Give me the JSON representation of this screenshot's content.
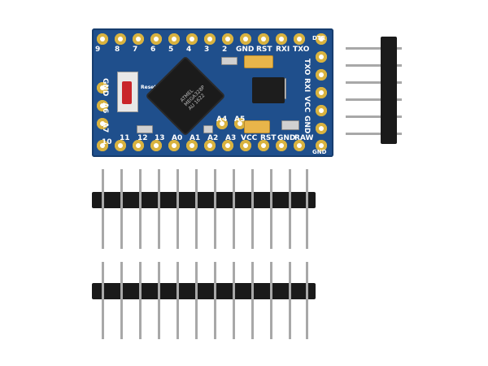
{
  "board": {
    "top_labels": [
      "9",
      "8",
      "7",
      "6",
      "5",
      "4",
      "3",
      "2",
      "GND",
      "RST",
      "RXI",
      "TXO"
    ],
    "dtr": "DTR",
    "left_labels": [
      "GND",
      "A6",
      "A7"
    ],
    "bottom_labels": [
      "10",
      "11",
      "12",
      "13",
      "A0",
      "A1",
      "A2",
      "A3",
      "VCC",
      "RST",
      "GND",
      "RAW"
    ],
    "mid_labels": [
      "A4",
      "A5"
    ],
    "right_labels": [
      "TXO",
      "RXI",
      "VCC",
      "GND"
    ],
    "bottom_right": "GND",
    "reset_label": "Reset",
    "chip_text": "ATMEL MEGA328P AU 1622"
  }
}
